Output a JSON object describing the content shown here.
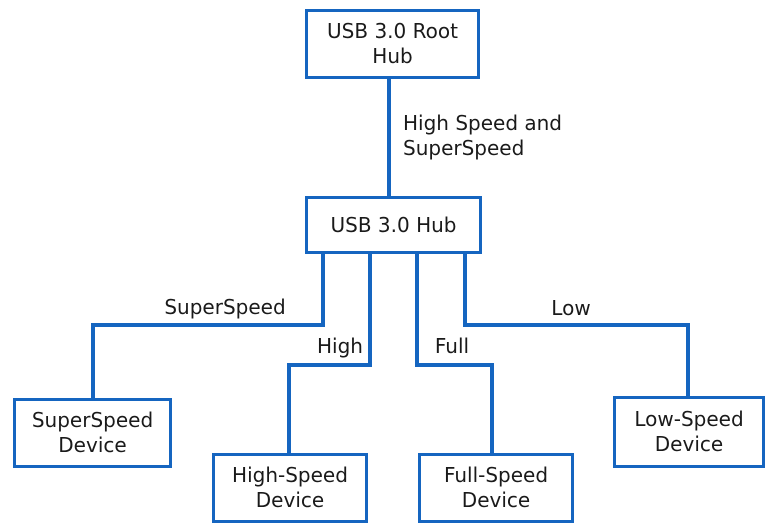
{
  "colors": {
    "line": "#1565C0",
    "text": "#1a1a1a",
    "background": "#ffffff"
  },
  "nodes": {
    "root_hub": {
      "label": "USB 3.0 Root\nHub"
    },
    "hub": {
      "label": "USB 3.0 Hub"
    },
    "superspeed_device": {
      "label": "SuperSpeed\nDevice"
    },
    "high_speed_device": {
      "label": "High-Speed\nDevice"
    },
    "full_speed_device": {
      "label": "Full-Speed\nDevice"
    },
    "low_speed_device": {
      "label": "Low-Speed\nDevice"
    }
  },
  "edges": {
    "root_to_hub": {
      "label": "High Speed and\nSuperSpeed"
    },
    "hub_to_superspeed": {
      "label": "SuperSpeed"
    },
    "hub_to_high": {
      "label": "High"
    },
    "hub_to_full": {
      "label": "Full"
    },
    "hub_to_low": {
      "label": "Low"
    }
  }
}
